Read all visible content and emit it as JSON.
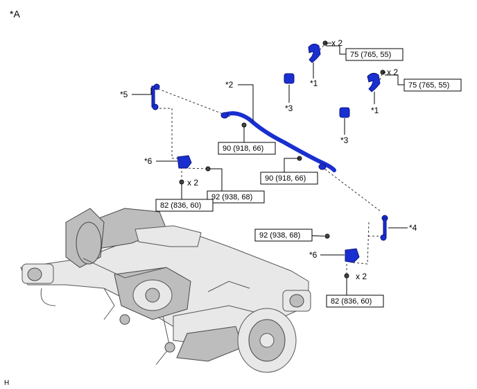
{
  "figure_label": "*A",
  "footer_mark": "H",
  "callouts": {
    "c1_top": "*1",
    "c1_bottom": "*1",
    "c2": "*2",
    "c3_top": "*3",
    "c3_bottom": "*3",
    "c4": "*4",
    "c5": "*5",
    "c6_left": "*6",
    "c6_right": "*6"
  },
  "multipliers": {
    "m1": "x 2",
    "m2": "x 2",
    "m3": "x 2",
    "m4": "x 2"
  },
  "torque_boxes": {
    "t1": "75 (765, 55)",
    "t2": "75 (765, 55)",
    "t3": "90 (918, 66)",
    "t4": "90 (918, 66)",
    "t5": "92 (938, 68)",
    "t6": "82 (836, 60)",
    "t7": "92 (938, 68)",
    "t8": "82 (836, 60)"
  },
  "colors": {
    "part_blue": "#1a2fd0"
  }
}
